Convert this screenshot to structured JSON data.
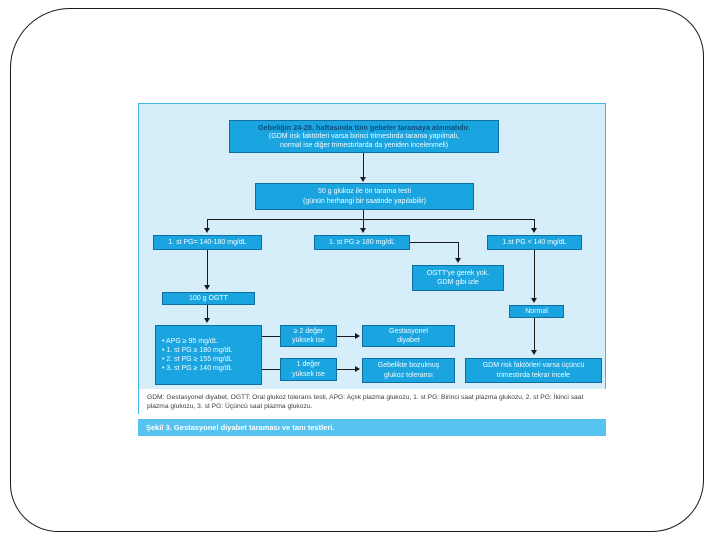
{
  "figure": {
    "boxes": {
      "screening_all_title": "Gebeliğin 24-28. haftasında tüm gebeler taramaya alınmalıdır.",
      "screening_all_sub": "(GDM risk faktörleri varsa birinci trimestırda tarama yapılmalı,\nnormal ise diğer trimestırlarda da yeniden incelenmeli)",
      "pretest": "50 g glukoz ile ön tarama testi\n(günün herhangi bir saatinde yapılabilir)",
      "pg_140_180": "1. st PG= 140-180 mg/dL",
      "pg_ge_180": "1. st PG ≥ 180 mg/dL",
      "pg_lt_140": "1.st PG < 140 mg/dL",
      "no_ogtt_needed": "OGTT'ye gerek yok.\nGDM gibi izle",
      "ogtt_100": "100 g OGTT",
      "normal": "Normal",
      "criteria": "• APG ≥ 95 mg/dL\n• 1. st PG ≥ 180 mg/dL\n• 2. st PG ≥ 155 mg/dL\n• 3. st PG ≥ 140 mg/dL",
      "two_values_high": "≥ 2 değer\nyüksek ise",
      "gestational_diabetes": "Gestasyonel\ndiyabet",
      "one_value_high": "1 değer\nyüksek ise",
      "impaired_tolerance": "Gebelikte bozulmuş\nglukoz toleransı",
      "recheck_third_trimester": "GDM risk faktörleri varsa üçüncü\ntrimestırda tekrar incele"
    },
    "footnote": "GDM: Gestasyonel diyabet, OGTT: Oral glukoz tolerans testi, APG: Açlık plazma glukozu, 1. st PG: Birinci saat plazma glukozu, 2. st PG: İkinci saat plazma glukozu, 3. st PG: Üçüncü saat plazma glukozu.",
    "caption": "Şekil 3. Gestasyonel diyabet taraması ve tanı testleri."
  },
  "colors": {
    "box_fill": "#1ba5e0",
    "box_border": "#0e6fa0",
    "panel_bg": "#d6eef9",
    "panel_border": "#41b4e7",
    "caption_bg": "#56c3f0",
    "box_title_text": "#0a4e7c",
    "box_body_text": "#f2fbff",
    "connector": "#1a1a1a"
  }
}
